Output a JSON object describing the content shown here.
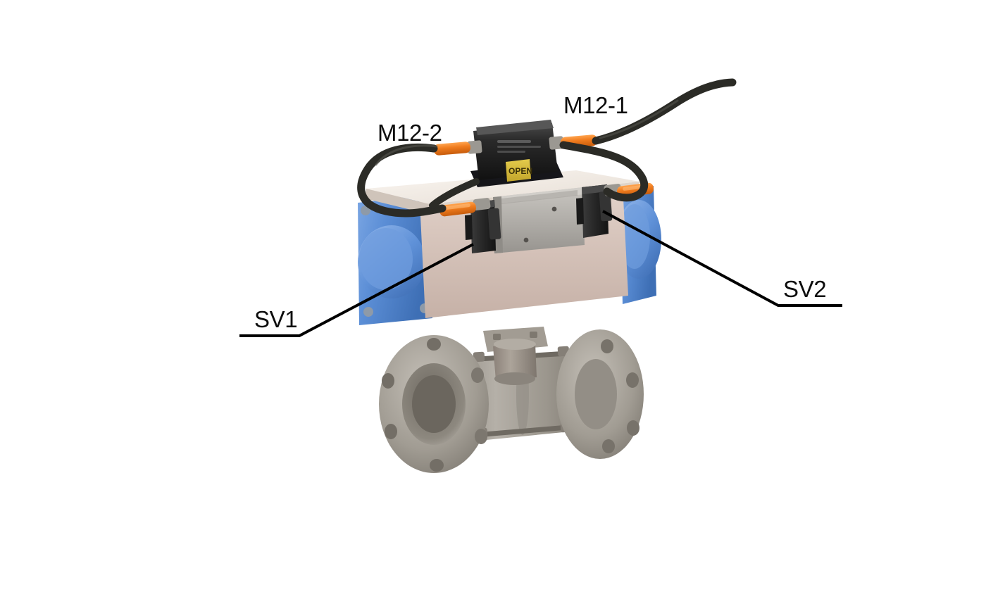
{
  "figure": {
    "title": "Pneumatic actuated flanged ball valve with solenoid valves and M12 sensor connections",
    "background_color": "#ffffff"
  },
  "callouts": [
    {
      "id": "m12-1",
      "label": "M12-1",
      "description": "M12 cable connector leading off to the upper right"
    },
    {
      "id": "m12-2",
      "label": "M12-2",
      "description": "M12 cable connector looping to the left solenoid"
    },
    {
      "id": "sv1",
      "label": "SV1",
      "description": "Left solenoid valve coil"
    },
    {
      "id": "sv2",
      "label": "SV2",
      "description": "Right solenoid valve coil"
    }
  ],
  "colors": {
    "leader_line": "#000000",
    "cable": "#2b2b26",
    "connector_orange": "#f07c1e",
    "actuator_body": "#d6c3bb",
    "actuator_end_cap": "#5b8ed6",
    "mounting_plate": "#f2ece6",
    "valve_block": "#b3b0ab",
    "solenoid_coil": "#2e2e2e",
    "sensor_box": "#1f1f1f",
    "open_tag": "#d9bd3a",
    "steel_body": "#9a958c",
    "steel_dark": "#6f6a62"
  },
  "components": {
    "sensor_box": {
      "name": "limit switch box",
      "tag_text": "OPEN"
    },
    "valve_body": {
      "name": "flanged ball valve body",
      "flange_bolt_holes": 8
    },
    "actuator": {
      "name": "rack and pinion pneumatic actuator"
    },
    "manifold": {
      "name": "5/2 solenoid valve manifold"
    }
  },
  "icons": {
    "leader_sv1": "leader-line-icon",
    "leader_sv2": "leader-line-icon",
    "cable_m12_1": "cable-icon",
    "cable_m12_2": "cable-icon"
  }
}
